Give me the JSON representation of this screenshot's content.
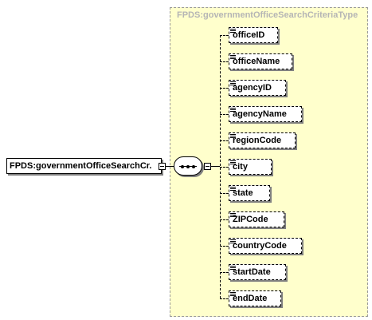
{
  "diagram": {
    "type_name": "FPDS:governmentOfficeSearchCriteriaType",
    "root_element": "FPDS:governmentOfficeSearchCr.",
    "children": [
      {
        "name": "officeID"
      },
      {
        "name": "officeName"
      },
      {
        "name": "agencyID"
      },
      {
        "name": "agencyName"
      },
      {
        "name": "regionCode"
      },
      {
        "name": "city"
      },
      {
        "name": "state"
      },
      {
        "name": "ZIPCode"
      },
      {
        "name": "countryCode"
      },
      {
        "name": "startDate"
      },
      {
        "name": "endDate"
      }
    ]
  },
  "icons": {
    "expand": "collapse-minus-icon",
    "sequence": "sequence-compositor-icon",
    "element": "element-lines-icon"
  },
  "colors": {
    "type_background": "#ffffcc",
    "type_title": "#b5b5b5",
    "shadow": "#808080"
  }
}
